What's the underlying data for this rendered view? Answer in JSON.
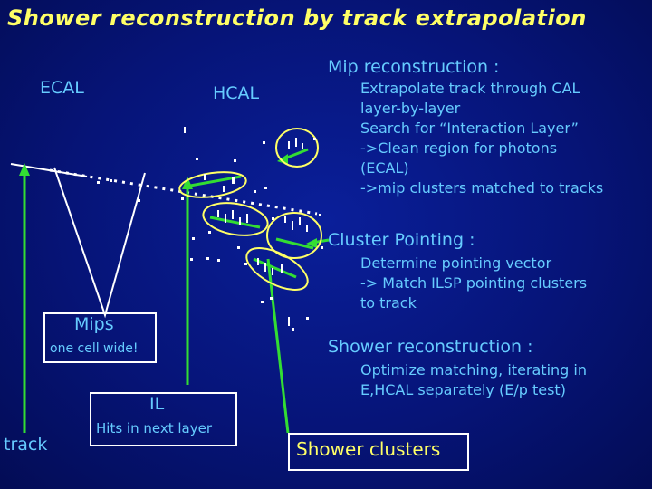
{
  "title": "Shower reconstruction by track extrapolation",
  "diagram": {
    "ecal_label": "ECAL",
    "hcal_label": "HCAL",
    "mips_label": "Mips",
    "mips_sub": "one cell wide!",
    "il_label": "IL",
    "il_sub": "Hits in next layer",
    "track_label": "track"
  },
  "mip": {
    "title": "Mip reconstruction :",
    "lines": [
      "Extrapolate track through CAL",
      "layer-by-layer",
      "Search for “Interaction Layer”",
      "->Clean region for photons",
      "(ECAL)",
      "->mip clusters matched to tracks"
    ]
  },
  "cluster": {
    "title": "Cluster Pointing :",
    "lines": [
      "Determine pointing vector",
      "-> Match ILSP pointing clusters",
      "to track"
    ]
  },
  "shower": {
    "title": "Shower reconstruction :",
    "lines": [
      "Optimize matching, iterating in",
      "E,HCAL separately (E/p test)"
    ]
  },
  "shower_clusters_label": "Shower clusters",
  "colors": {
    "background": "#061478",
    "title": "#ffff66",
    "cyan": "#66ccff",
    "green": "#33dd33",
    "ellipse": "#ffff66"
  }
}
